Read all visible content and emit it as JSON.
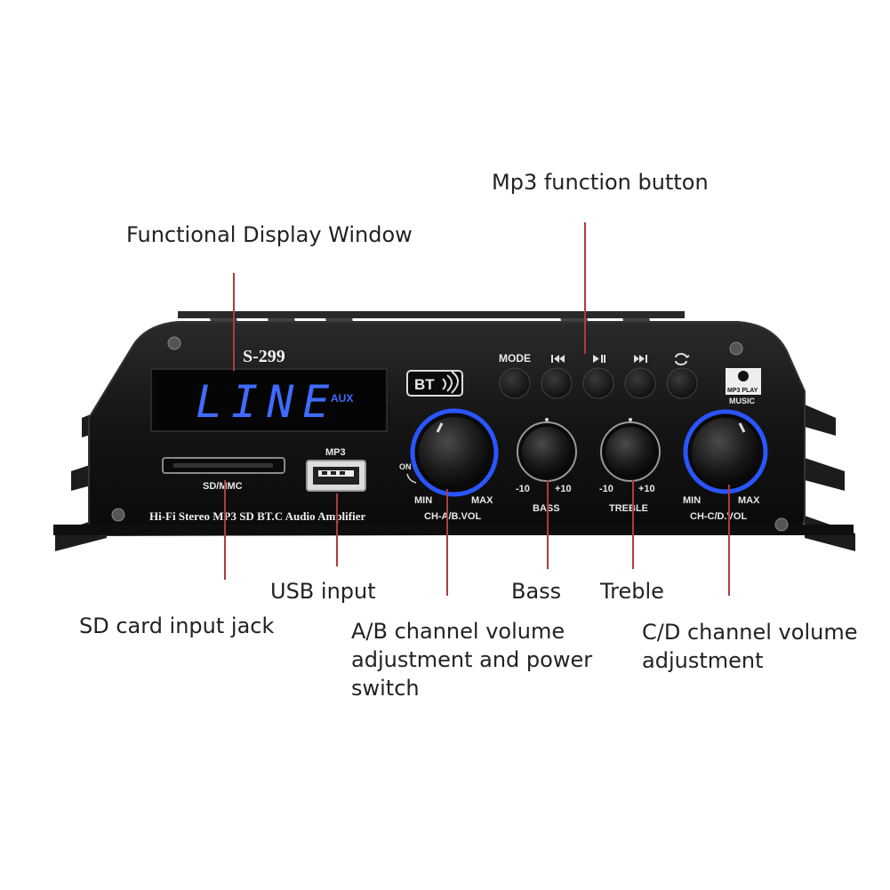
{
  "callouts": {
    "mp3_button": "Mp3 function button",
    "display_window": "Functional Display Window",
    "usb_input": "USB input",
    "sd_card": "SD card input jack",
    "bass": "Bass",
    "treble": "Treble",
    "ab_volume": [
      "A/B channel volume",
      "adjustment and power",
      "switch"
    ],
    "cd_volume": [
      "C/D channel volume",
      "adjustment"
    ]
  },
  "device": {
    "model": "S-299",
    "display_text": "LINE",
    "display_sub": "AUX",
    "bt_badge": "BT",
    "sd_label": "SD/MMC",
    "usb_label": "MP3",
    "subtitle": "Hi-Fi Stereo MP3 SD BT.C Audio Amplifier",
    "mode_label": "MODE",
    "mp3_logo_top": "MP3 PLAY",
    "mp3_logo_bottom": "MUSIC",
    "knob_ab": {
      "min": "MIN",
      "max": "MAX",
      "on": "ON",
      "name": "CH-A/B.VOL"
    },
    "knob_bass": {
      "min": "-10",
      "max": "+10",
      "name": "BASS"
    },
    "knob_treble": {
      "min": "-10",
      "max": "+10",
      "name": "TREBLE"
    },
    "knob_cd": {
      "min": "MIN",
      "max": "MAX",
      "name": "CH-C/D.VOL"
    },
    "icons": [
      "previous-icon",
      "play-pause-icon",
      "next-icon",
      "repeat-icon"
    ]
  },
  "colors": {
    "lcd_blue": "#3f6bff",
    "ring_blue": "#2a55ff",
    "leader_red": "#b33a3a",
    "chassis": "#151515"
  }
}
